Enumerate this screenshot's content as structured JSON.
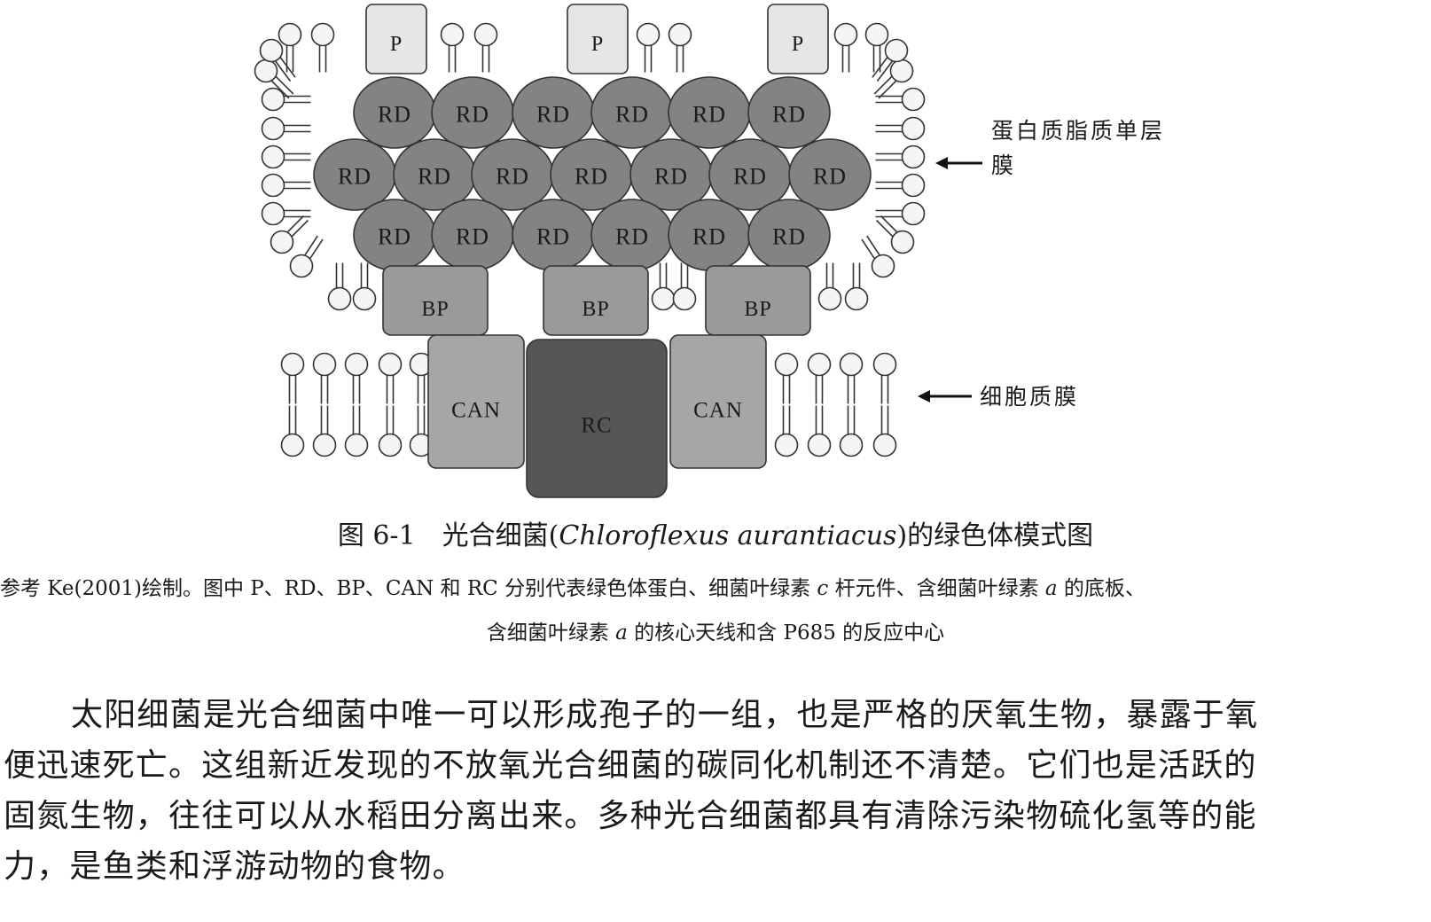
{
  "figure": {
    "labels": {
      "p": "P",
      "rd": "RD",
      "bp": "BP",
      "can": "CAN",
      "rc": "RC"
    },
    "callouts": {
      "protein_monolayer_line1": "蛋白质脂质单层",
      "protein_monolayer_line2": "膜",
      "cytoplasmic_membrane": "细胞质膜"
    },
    "colors": {
      "p": "#e6e6e6",
      "rd": "#838383",
      "bp": "#9a9a9a",
      "can": "#a6a6a6",
      "rc": "#565656",
      "lipid_head": "#f5f5f5",
      "stroke": "#333333"
    }
  },
  "caption": {
    "prefix": "图 6-1　光合细菌(",
    "species": "Chloroflexus aurantiacus",
    "suffix": ")的绿色体模式图"
  },
  "note": {
    "line1_a": "参考 Ke(2001)绘制。图中 P、RD、BP、CAN 和 RC 分别代表绿色体蛋白、细菌叶绿素 ",
    "line1_c": "c",
    "line1_b": " 杆元件、含细菌叶绿素 ",
    "line1_a2": "a",
    "line1_d": " 的底板、",
    "line2_a": "含细菌叶绿素 ",
    "line2_it": "a",
    "line2_b": " 的核心天线和含 P685 的反应中心"
  },
  "body": {
    "line1": "太阳细菌是光合细菌中唯一可以形成孢子的一组，也是严格的厌氧生物，暴露于氧",
    "line2": "便迅速死亡。这组新近发现的不放氧光合细菌的碳同化机制还不清楚。它们也是活跃的",
    "line3": "固氮生物，往往可以从水稻田分离出来。多种光合细菌都具有清除污染物硫化氢等的能",
    "line4": "力，是鱼类和浮游动物的食物。"
  }
}
